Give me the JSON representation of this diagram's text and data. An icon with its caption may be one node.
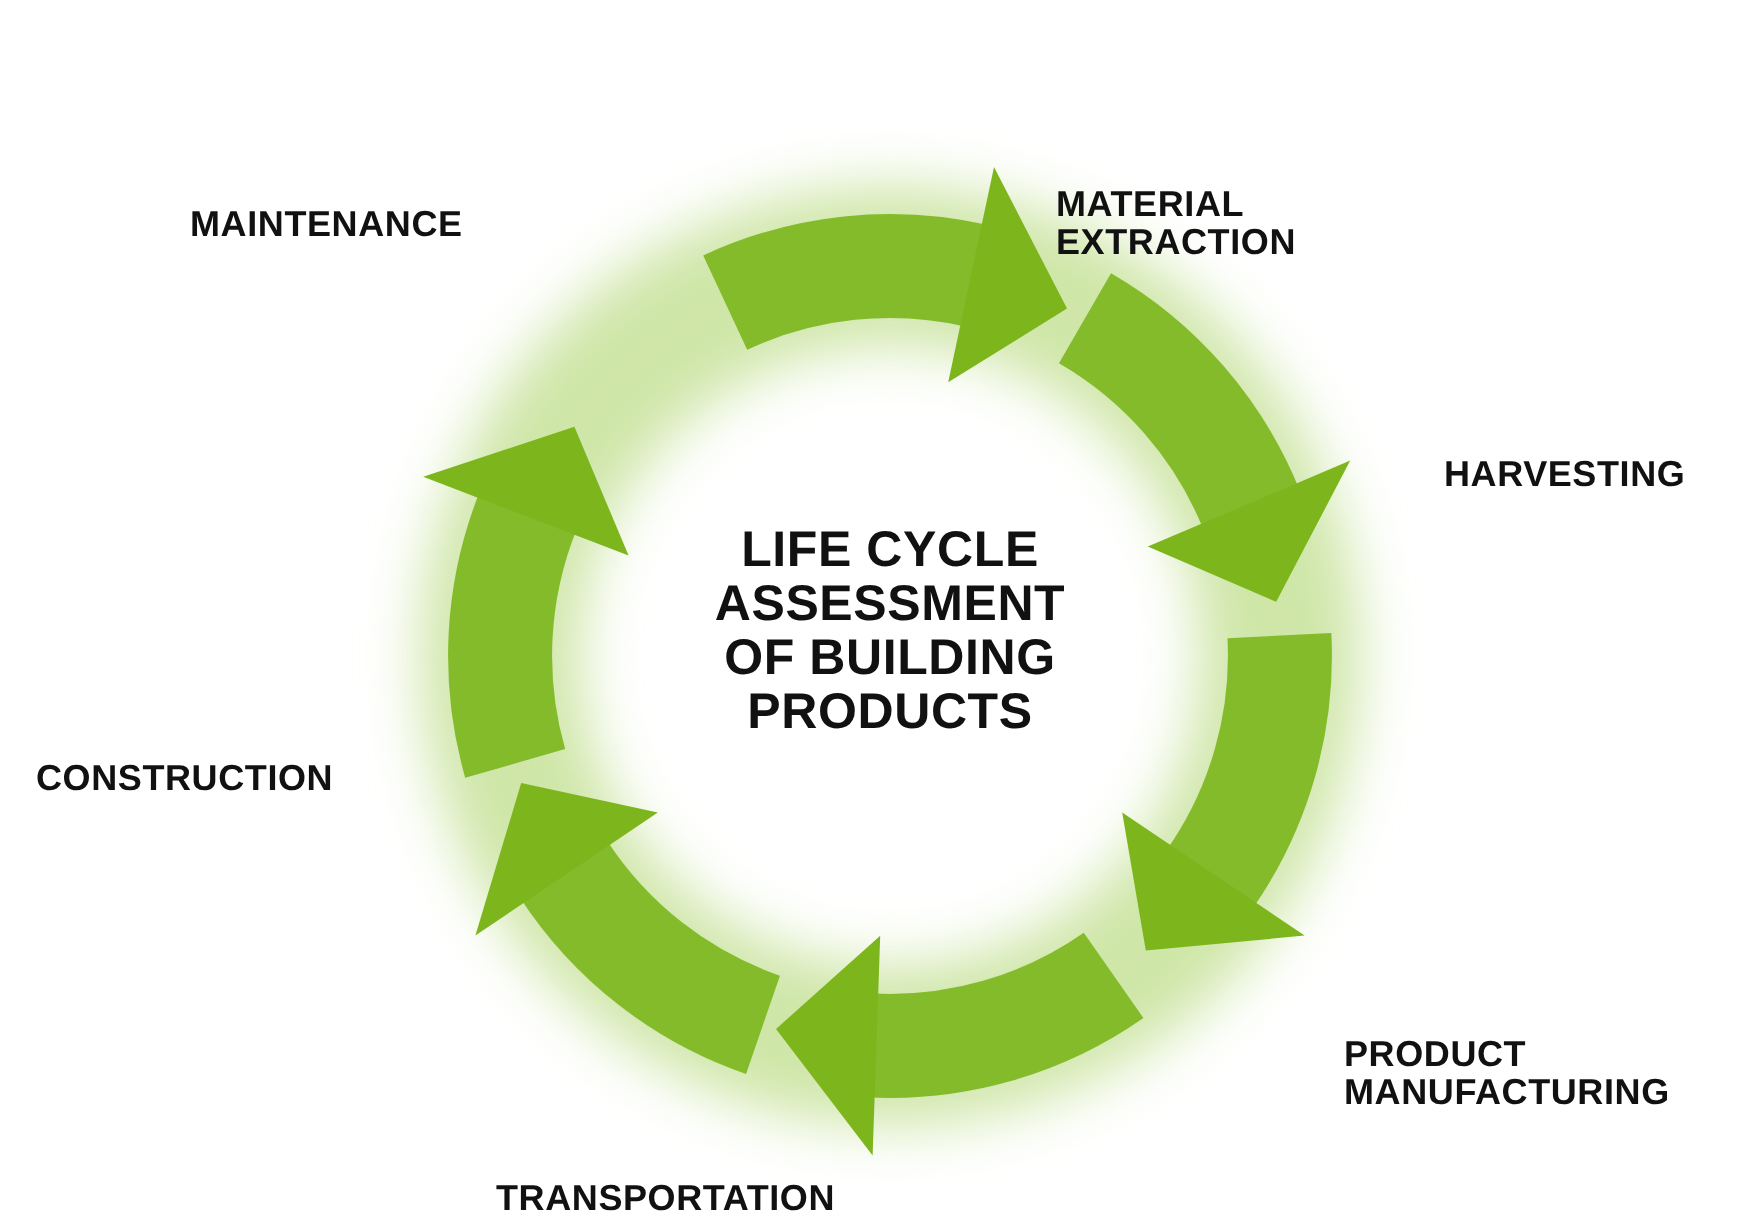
{
  "diagram": {
    "title": "LIFE CYCLE ASSESSMENT OF BUILDING PRODUCTS",
    "labels": [
      "MATERIAL EXTRACTION",
      "MAINTENANCE",
      "HARVESTING",
      "CONSTRUCTION",
      "PRODUCT MANUFACTURING",
      "TRANSPORTATION"
    ]
  }
}
